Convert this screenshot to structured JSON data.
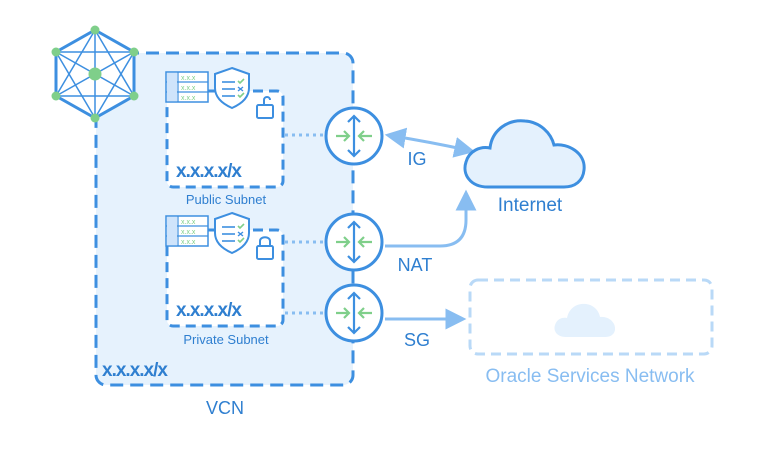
{
  "vcn": {
    "label": "VCN",
    "cidr": "x.x.x.x/x"
  },
  "public_subnet": {
    "label": "Public Subnet",
    "cidr": "x.x.x.x/x"
  },
  "private_subnet": {
    "label": "Private Subnet",
    "cidr": "x.x.x.x/x"
  },
  "gateways": {
    "ig": "IG",
    "nat": "NAT",
    "sg": "SG"
  },
  "internet": {
    "label": "Internet"
  },
  "oracle_services": {
    "label": "Oracle Services Network"
  },
  "colors": {
    "primary": "#3d8fe0",
    "light_fill": "#e4f1fd",
    "arrow": "#88bdf1",
    "green": "#8fd48f",
    "faded": "#b9d9f7",
    "text": "#2f7fd0"
  }
}
